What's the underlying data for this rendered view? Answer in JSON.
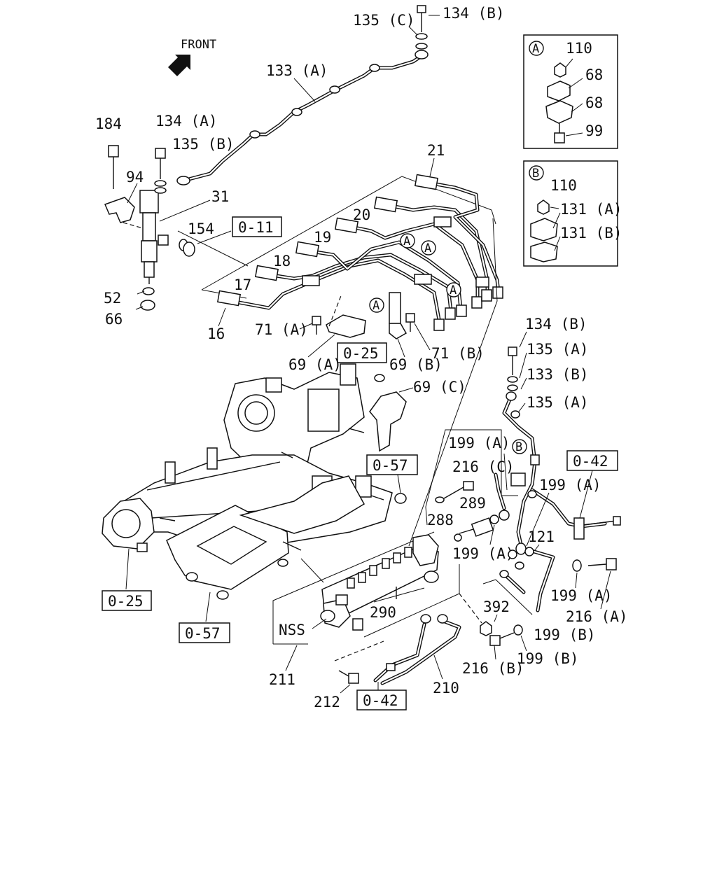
{
  "front_label": "FRONT",
  "callouts": {
    "c134b_top": "134 (B)",
    "c135c": "135 (C)",
    "c133a": "133 (A)",
    "c184": "184",
    "c134a": "134 (A)",
    "c135b": "135 (B)",
    "c94": "94",
    "c31": "31",
    "c154": "154",
    "c52": "52",
    "c66": "66",
    "c21": "21",
    "c20": "20",
    "c19": "19",
    "c18": "18",
    "c17": "17",
    "c16": "16",
    "c71a": "71 (A)",
    "c71b": "71 (B)",
    "c69a": "69 (A)",
    "c69b": "69 (B)",
    "c69c": "69 (C)",
    "c134b_mid": "134 (B)",
    "c135a_1": "135 (A)",
    "c133b": "133 (B)",
    "c135a_2": "135 (A)",
    "c199a_1": "199 (A)",
    "c216c": "216 (C)",
    "c289": "289",
    "c288": "288",
    "c199a_2": "199 (A)",
    "c199a_3": "199 (A)",
    "c121": "121",
    "c199a_4": "199 (A)",
    "c216a": "216 (A)",
    "c392": "392",
    "c199b_1": "199 (B)",
    "c216b": "216 (B)",
    "c199b_2": "199 (B)",
    "c290": "290",
    "c210": "210",
    "c211": "211",
    "c212": "212",
    "nss": "NSS"
  },
  "ref_boxes": {
    "r011": "0-11",
    "r025_top": "0-25",
    "r057_mid": "0-57",
    "r042_right": "0-42",
    "r025_left": "0-25",
    "r057_left": "0-57",
    "r042_bottom": "0-42"
  },
  "markers": {
    "a": "A",
    "b": "B"
  },
  "inset_a": {
    "marker": "A",
    "c110": "110",
    "c68_1": "68",
    "c68_2": "68",
    "c99": "99"
  },
  "inset_b": {
    "marker": "B",
    "c110": "110",
    "c131a": "131 (A)",
    "c131b": "131 (B)"
  }
}
